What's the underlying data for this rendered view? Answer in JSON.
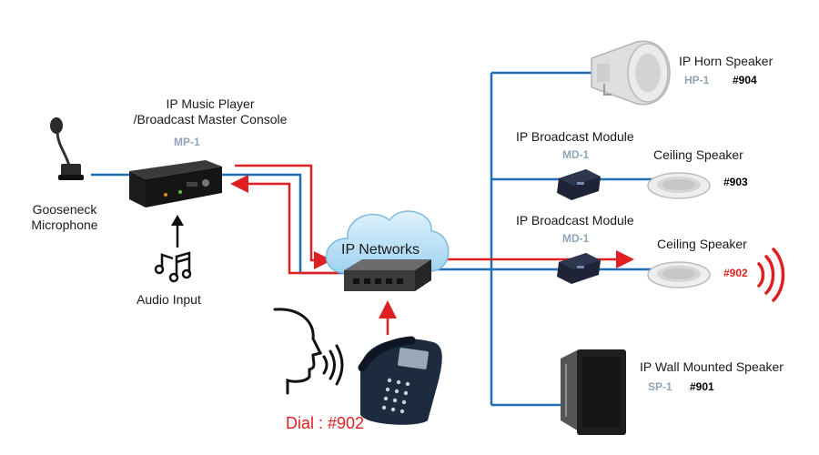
{
  "colors": {
    "line_blue": "#1f6fb5",
    "signal_red": "#e02020",
    "model_gray": "#8fa4b8",
    "cloud_fill": "#bfe3f7"
  },
  "console": {
    "title_line1": "IP Music Player",
    "title_line2": "/Broadcast Master Console",
    "model": "MP-1"
  },
  "microphone": {
    "label_line1": "Gooseneck",
    "label_line2": "Microphone"
  },
  "audio_input": {
    "label": "Audio Input"
  },
  "network": {
    "label": "IP Networks"
  },
  "caller": {
    "dial_text": "Dial : #902"
  },
  "horn": {
    "title": "IP Horn Speaker",
    "model": "HP-1",
    "ext": "#904"
  },
  "module_top": {
    "title": "IP Broadcast Module",
    "model": "MD-1"
  },
  "ceiling_top": {
    "title": "Ceiling Speaker",
    "ext": "#903"
  },
  "module_bottom": {
    "title": "IP Broadcast Module",
    "model": "MD-1"
  },
  "ceiling_bottom": {
    "title": "Ceiling Speaker",
    "ext": "#902"
  },
  "wall": {
    "title": "IP Wall Mounted Speaker",
    "model": "SP-1",
    "ext": "#901"
  }
}
